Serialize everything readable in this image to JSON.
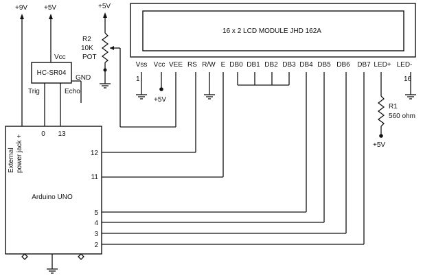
{
  "colors": {
    "line": "#111111",
    "background": "#ffffff"
  },
  "supplies": {
    "v9": "+9V",
    "v5": "+5V"
  },
  "sensor": {
    "name": "HC-SR04",
    "pins": {
      "vcc": "Vcc",
      "gnd": "GND",
      "trig": "Trig",
      "echo": "Echo"
    }
  },
  "pot": {
    "ref": "R2",
    "value": "10K",
    "type": "POT"
  },
  "lcd": {
    "title": "16 x 2 LCD MODULE  JHD   162A",
    "pins": [
      "Vss",
      "Vcc",
      "VEE",
      "RS",
      "R/W",
      "E",
      "DB0",
      "DB1",
      "DB2",
      "DB3",
      "DB4",
      "DB5",
      "DB6",
      "DB7",
      "LED+",
      "LED-"
    ],
    "first_pin_number": "1",
    "last_pin_number": "16"
  },
  "resistor": {
    "ref": "R1",
    "value": "560 ohm"
  },
  "arduino": {
    "name": "Arduino UNO",
    "power_jack_label_line1": "External",
    "power_jack_label_line2": "power jack +",
    "top_pins": [
      "0",
      "13"
    ],
    "right_pins": [
      "12",
      "11",
      "5",
      "4",
      "3",
      "2"
    ]
  },
  "icons": [
    "ground-symbol",
    "potentiometer-symbol",
    "resistor-symbol",
    "junction-dot",
    "supply-arrow"
  ]
}
